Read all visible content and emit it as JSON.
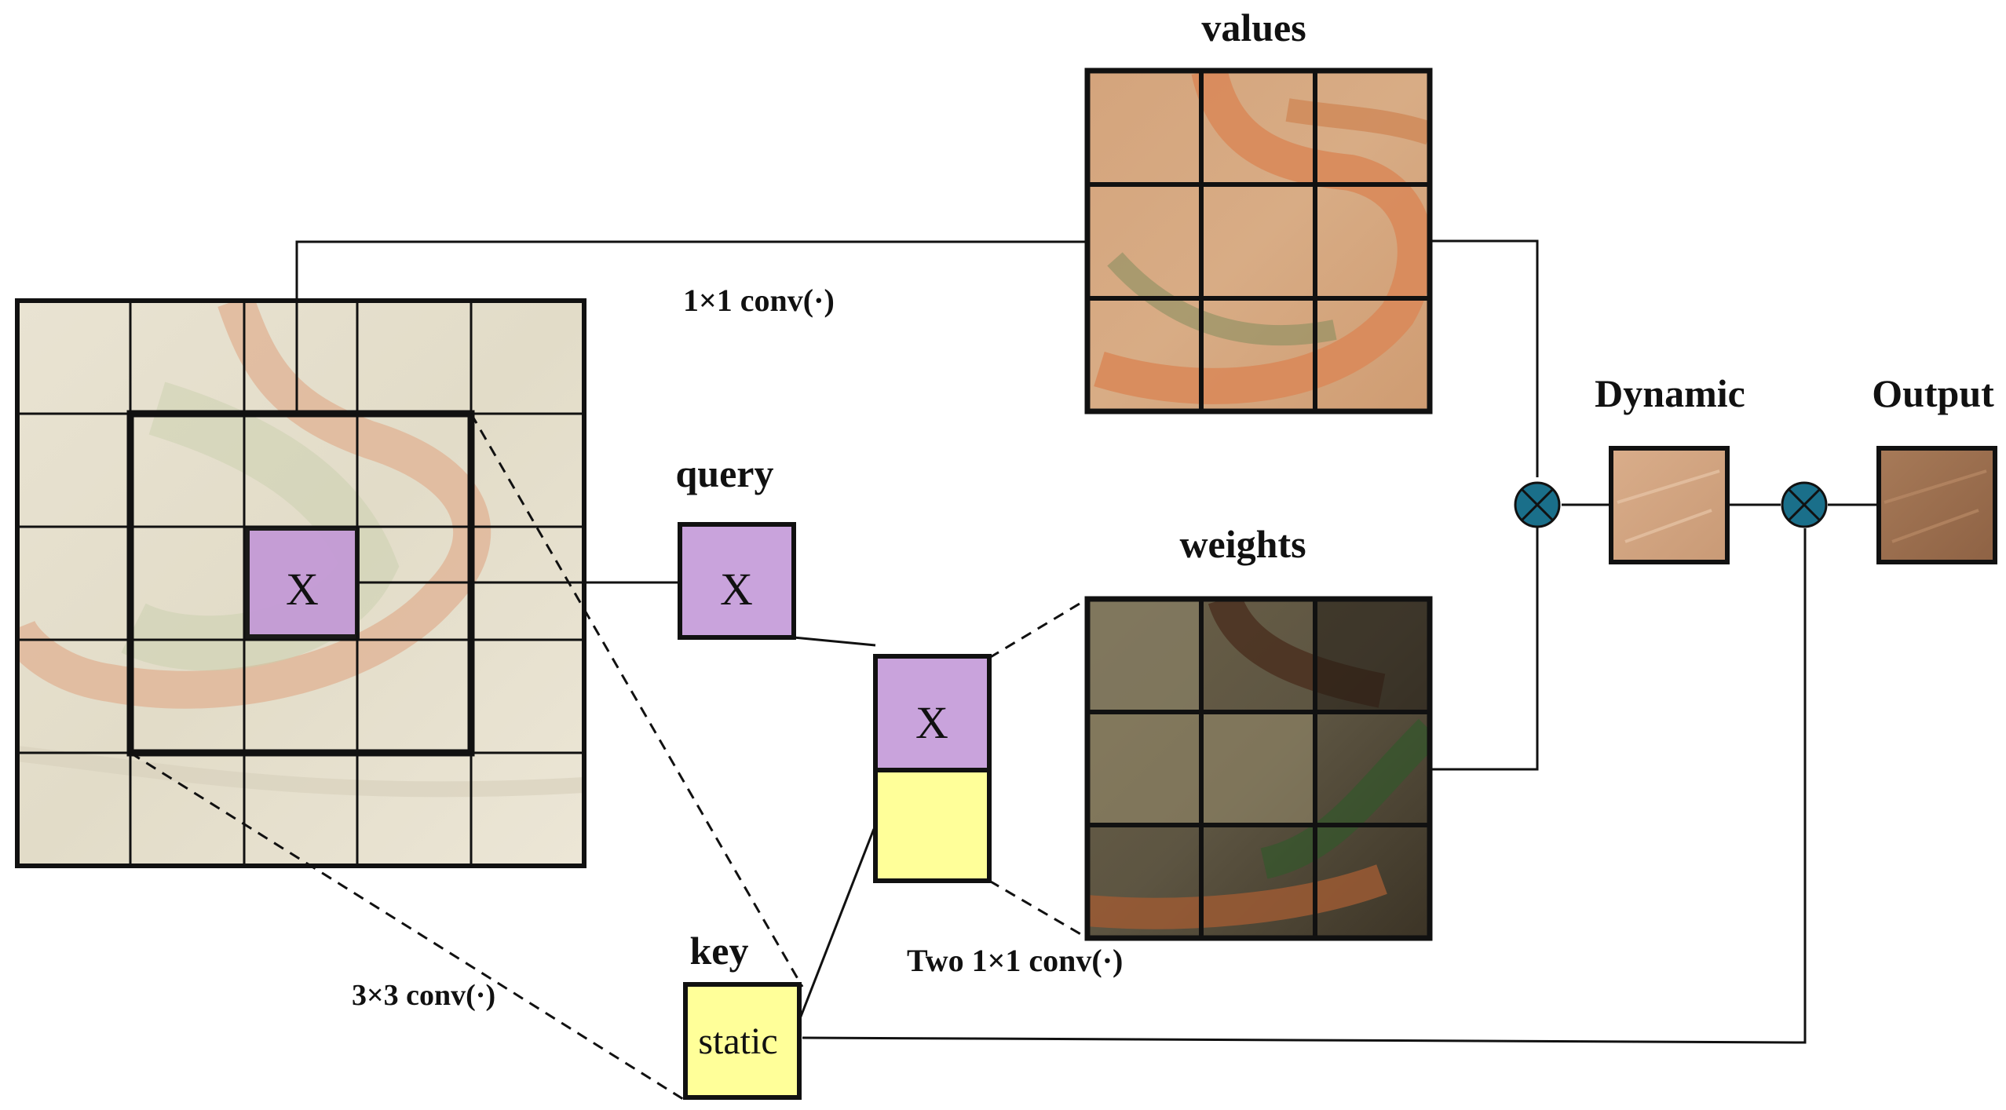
{
  "labels": {
    "values": "values",
    "query": "query",
    "weights": "weights",
    "key": "key",
    "dynamic": "Dynamic",
    "output": "Output",
    "conv_1x1": "1×1 conv(·)",
    "conv_two_1x1": "Two 1×1 conv(·)",
    "conv_3x3": "3×3 conv(·)"
  },
  "cells": {
    "input_center": "X",
    "query": "X",
    "concat_top": "X",
    "key": "static"
  },
  "colors": {
    "query_fill": "#c9a3dc",
    "key_fill": "#ffff99",
    "operator_fill": "#1a6f8a",
    "line": "#111111"
  },
  "operators": [
    "multiply-operator-1",
    "multiply-operator-2"
  ]
}
